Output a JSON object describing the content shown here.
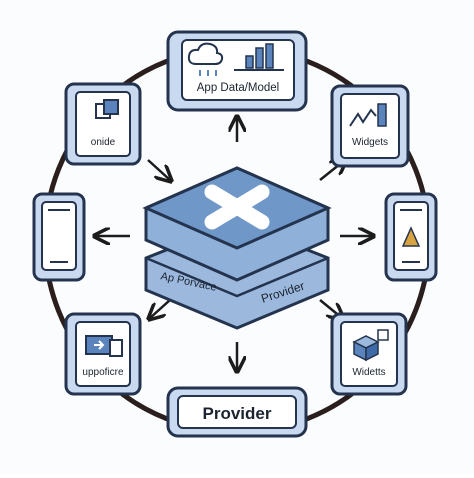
{
  "diagram": {
    "top_node": {
      "label": "App Data/Model",
      "icon": "cloud-bar-chart-icon"
    },
    "top_left_node": {
      "label": "onide",
      "icon": "stacked-squares-icon"
    },
    "top_right_node": {
      "label": "Widgets",
      "icon": "chart-arrow-icon"
    },
    "left_node": {
      "label": "",
      "icon": "mobile-phone-icon"
    },
    "right_node": {
      "label": "",
      "icon": "mobile-phone-logo-icon"
    },
    "bottom_left_node": {
      "label": "uppoficre",
      "icon": "folder-arrow-icon"
    },
    "bottom_right_node": {
      "label": "Widetts",
      "icon": "cube-stack-icon"
    },
    "bottom_node": {
      "label": "Provider"
    },
    "center_block": {
      "icon": "x-cross-icon",
      "front_label_left": "Ap Porvace",
      "front_label_right": "Provider"
    },
    "colors": {
      "node_fill": "#c9d9ef",
      "node_border": "#24344f",
      "inner_fill": "#ffffff",
      "block_top": "#6f97c8",
      "block_side": "#9cb8dd",
      "ring": "#2a1f1c",
      "arrow": "#1c1c1c"
    }
  }
}
